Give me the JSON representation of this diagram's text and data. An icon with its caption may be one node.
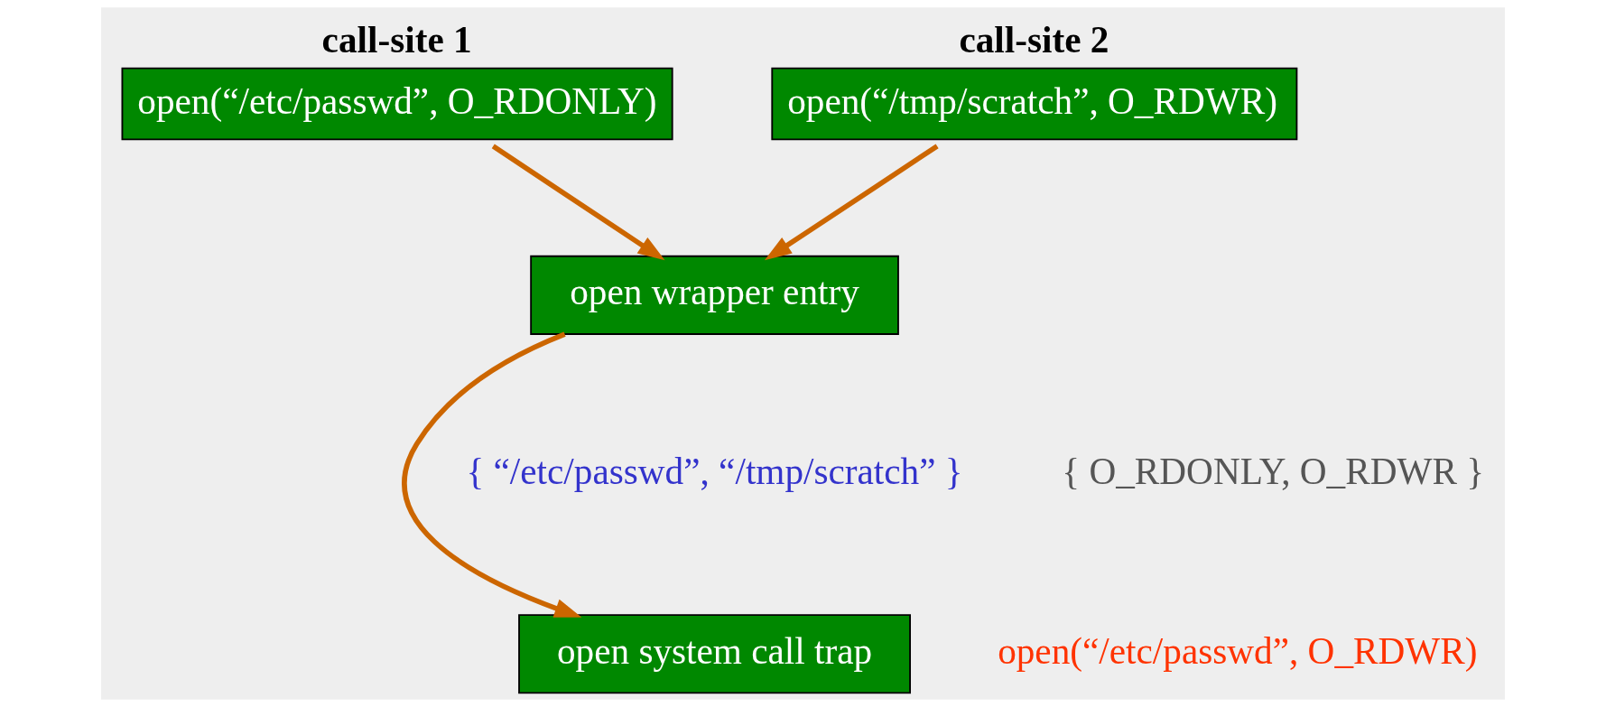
{
  "diagram": {
    "nodes": [
      {
        "text": [
          "call-site 1",
          "open(“/etc/passwd”, O_RDONLY)"
        ]
      },
      {
        "text": [
          "call-site 2",
          "open(“/tmp/scratch”, O_RDWR)"
        ]
      },
      {
        "text": [
          "open wrapper entry"
        ]
      },
      {
        "text": [
          "open system call trap"
        ],
        "beside": [
          "open(“/etc/passwd”, O_RDWR)"
        ]
      }
    ],
    "edges": [
      {
        "from": 0,
        "to": 2,
        "arrow": "to"
      },
      {
        "from": 1,
        "to": 2,
        "arrow": "to"
      },
      {
        "from": 2,
        "to": 3,
        "arrow": "to"
      }
    ],
    "labels": [
      "{ “/etc/passwd”, “/tmp/scratch” }",
      "{ O_RDONLY, O_RDWR }"
    ]
  }
}
